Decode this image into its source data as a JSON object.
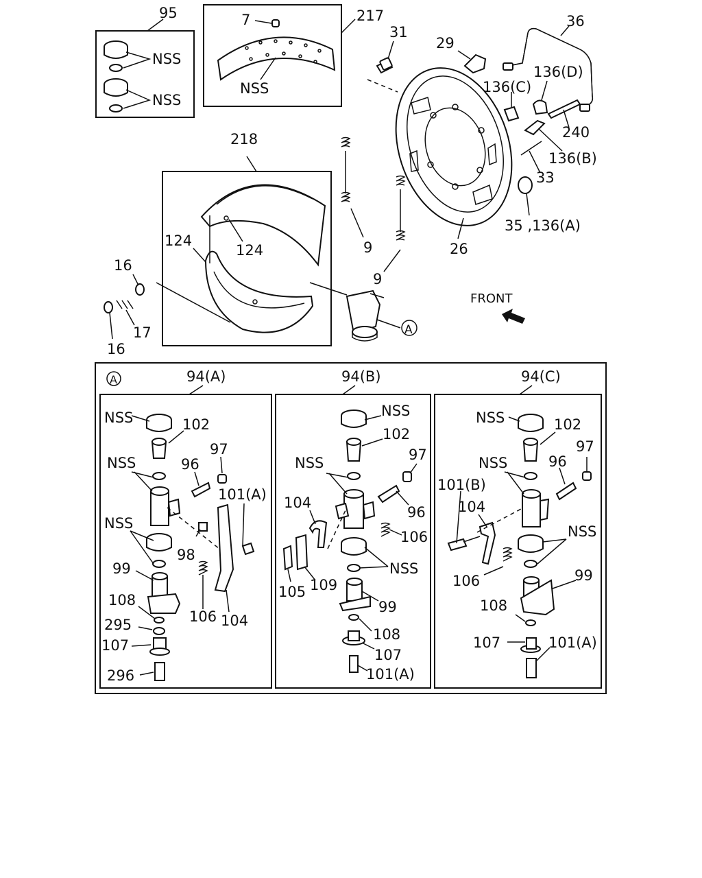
{
  "labels": {
    "p95": "95",
    "p7": "7",
    "p217": "217",
    "p31": "31",
    "p29": "29",
    "p36": "36",
    "p136d": "136(D)",
    "p136c": "136(C)",
    "p240": "240",
    "p136b": "136(B)",
    "p33": "33",
    "p35_136a": "35 ,136(A)",
    "p26": "26",
    "p218": "218",
    "p124a": "124",
    "p124b": "124",
    "p9a": "9",
    "p9b": "9",
    "p16a": "16",
    "p16b": "16",
    "p17": "17",
    "front": "FRONT",
    "callout_a": "A",
    "nss1": "NSS",
    "nss2": "NSS",
    "nss_shoe": "NSS",
    "g94a": "94(A)",
    "g94b": "94(B)",
    "g94c": "94(C)",
    "a_nss1": "NSS",
    "a_102": "102",
    "a_nss2": "NSS",
    "a_96": "96",
    "a_97": "97",
    "a_101a": "101(A)",
    "a_nss3": "NSS",
    "a_98": "98",
    "a_99": "99",
    "a_108": "108",
    "a_295": "295",
    "a_107": "107",
    "a_106": "106",
    "a_104": "104",
    "a_296": "296",
    "b_nss1": "NSS",
    "b_102": "102",
    "b_97": "97",
    "b_nss2": "NSS",
    "b_104": "104",
    "b_96": "96",
    "b_106": "106",
    "b_nss3": "NSS",
    "b_105": "105",
    "b_109": "109",
    "b_99": "99",
    "b_108": "108",
    "b_107": "107",
    "b_101a": "101(A)",
    "c_nss1": "NSS",
    "c_102": "102",
    "c_nss2": "NSS",
    "c_96": "96",
    "c_97": "97",
    "c_101b": "101(B)",
    "c_104": "104",
    "c_nss3": "NSS",
    "c_99": "99",
    "c_106": "106",
    "c_108": "108",
    "c_107": "107",
    "c_101a": "101(A)"
  },
  "colors": {
    "ink": "#111111",
    "paper": "#ffffff"
  }
}
